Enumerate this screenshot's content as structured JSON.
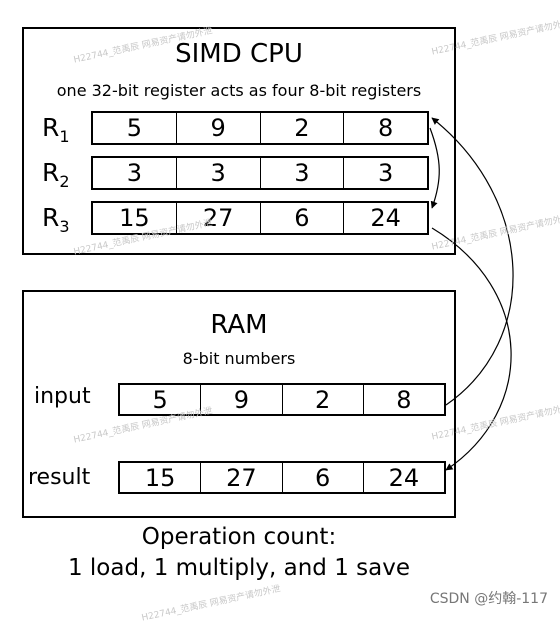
{
  "cpu": {
    "title": "SIMD CPU",
    "subtitle": "one 32-bit register acts as four 8-bit registers",
    "registers": [
      {
        "name": "R",
        "index": "1",
        "values": [
          "5",
          "9",
          "2",
          "8"
        ]
      },
      {
        "name": "R",
        "index": "2",
        "values": [
          "3",
          "3",
          "3",
          "3"
        ]
      },
      {
        "name": "R",
        "index": "3",
        "values": [
          "15",
          "27",
          "6",
          "24"
        ]
      }
    ]
  },
  "ram": {
    "title": "RAM",
    "subtitle": "8-bit numbers",
    "rows": [
      {
        "label": "input",
        "values": [
          "5",
          "9",
          "2",
          "8"
        ]
      },
      {
        "label": "result",
        "values": [
          "15",
          "27",
          "6",
          "24"
        ]
      }
    ]
  },
  "caption": {
    "line1": "Operation count:",
    "line2": "1 load, 1 multiply, and 1 save"
  },
  "watermark_text": "H22744_范禹辰 网易资产请勿外泄",
  "credit": "CSDN @约翰-117"
}
